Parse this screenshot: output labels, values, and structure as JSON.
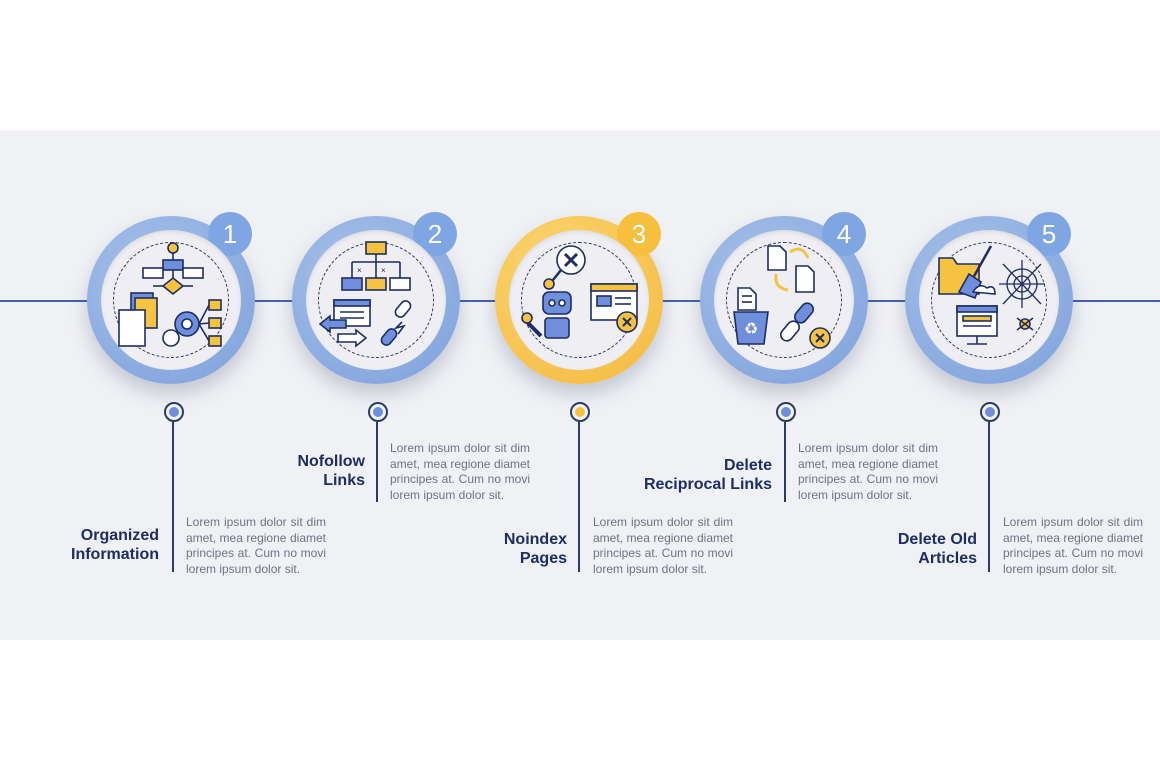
{
  "colors": {
    "blue": "#88acdf",
    "blue_dark": "#6f96d8",
    "yellow": "#f8c94a",
    "yellow_dark": "#f5b53a",
    "navy": "#1e2d63",
    "icon_fill_blue": "#6f8fdc",
    "icon_fill_yellow": "#f6c340"
  },
  "steps": [
    {
      "number": "1",
      "title_line1": "Organized",
      "title_line2": "Information",
      "description": "Lorem ipsum dolor sit dim amet, mea regione diamet principes at. Cum no movi lorem ipsum dolor sit.",
      "accent": "blue",
      "icon": "flowchart-documents-gear-icon"
    },
    {
      "number": "2",
      "title_line1": "Nofollow",
      "title_line2": "Links",
      "description": "Lorem ipsum dolor sit dim amet, mea regione diamet principes at. Cum no movi lorem ipsum dolor sit.",
      "accent": "blue",
      "icon": "hierarchy-broken-link-icon"
    },
    {
      "number": "3",
      "title_line1": "Noindex",
      "title_line2": "Pages",
      "description": "Lorem ipsum dolor sit dim amet, mea regione diamet principes at. Cum no movi lorem ipsum dolor sit.",
      "accent": "yellow",
      "icon": "robot-search-blocked-page-icon"
    },
    {
      "number": "4",
      "title_line1": "Delete",
      "title_line2": "Reciprocal Links",
      "description": "Lorem ipsum dolor sit dim amet, mea regione diamet principes at. Cum no movi lorem ipsum dolor sit.",
      "accent": "blue",
      "icon": "recycle-bin-link-delete-icon"
    },
    {
      "number": "5",
      "title_line1": "Delete Old",
      "title_line2": "Articles",
      "description": "Lorem ipsum dolor sit dim amet, mea regione diamet principes at. Cum no movi lorem ipsum dolor sit.",
      "accent": "blue",
      "icon": "broom-cobweb-monitor-icon"
    }
  ]
}
